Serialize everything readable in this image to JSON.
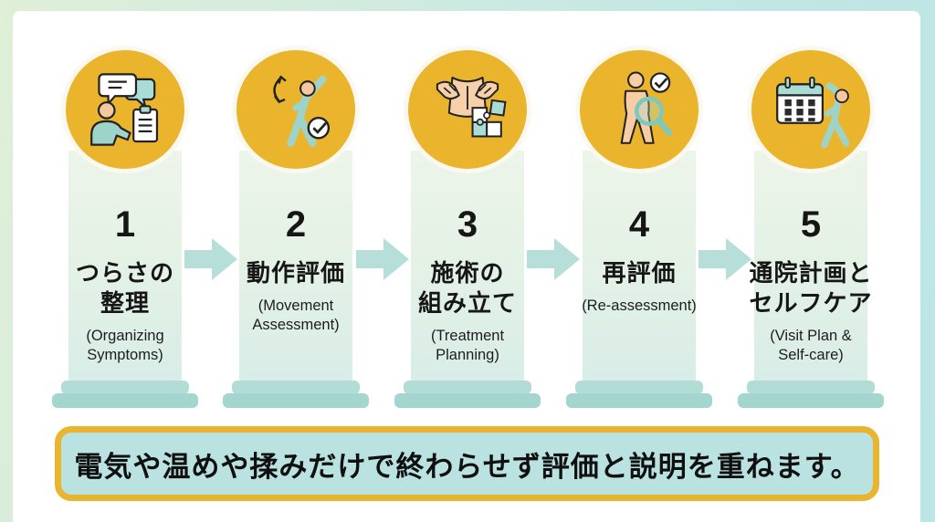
{
  "figure": {
    "type": "process-flow",
    "language": "ja",
    "steps": [
      {
        "number": "1",
        "title_lines": [
          "つらさの",
          "整理"
        ],
        "subtitle_lines": [
          "(Organizing",
          "Symptoms)"
        ],
        "icon": "consultation-icon"
      },
      {
        "number": "2",
        "title_lines": [
          "動作評価"
        ],
        "subtitle_lines": [
          "(Movement",
          "Assessment)"
        ],
        "icon": "stretching-check-icon"
      },
      {
        "number": "3",
        "title_lines": [
          "施術の",
          "組み立て"
        ],
        "subtitle_lines": [
          "(Treatment",
          "Planning)"
        ],
        "icon": "massage-puzzle-icon"
      },
      {
        "number": "4",
        "title_lines": [
          "再評価"
        ],
        "subtitle_lines": [
          "(Re-assessment)"
        ],
        "icon": "magnifier-person-icon"
      },
      {
        "number": "5",
        "title_lines": [
          "通院計画と",
          "セルフケア"
        ],
        "subtitle_lines": [
          "(Visit Plan &",
          "Self-care)"
        ],
        "icon": "calendar-stretch-icon"
      }
    ],
    "banner": {
      "text": "電気や温めや揉みだけで終わらせず評価と説明を重ねます。"
    },
    "colors": {
      "accent_yellow": "#EBB42D",
      "banner_border": "#E9B52F",
      "banner_fill": "#B9E2E0",
      "pillar_base_teal": "#A3D6CF",
      "arrow_teal": "#B7DFD9",
      "icon_teal": "#9ED3C9",
      "icon_skin": "#F4C9A2",
      "text": "#161616"
    }
  }
}
